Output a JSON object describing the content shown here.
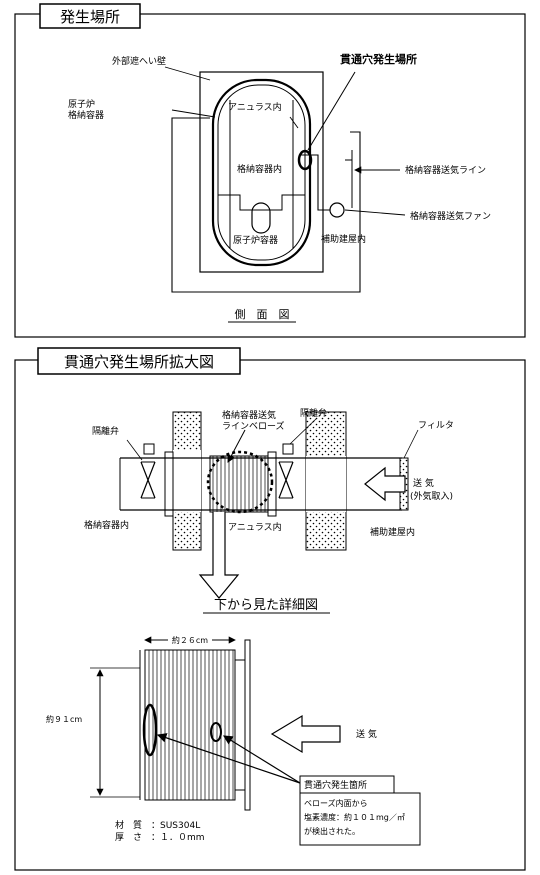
{
  "panel1": {
    "title": "発生場所",
    "labels": {
      "outer_wall": "外部遮へい壁",
      "containment_1": "原子炉",
      "containment_2": "格納容器",
      "annulus": "アニュラス内",
      "penetration_location": "貫通穴発生場所",
      "inside_containment": "格納容器内",
      "reactor_vessel": "原子炉容器",
      "supply_line": "格納容器送気ライン",
      "supply_fan": "格納容器送気ファン",
      "aux_building": "補助建屋内",
      "side_view": "側　面　図"
    }
  },
  "panel2": {
    "title": "貫通穴発生場所拡大図",
    "labels": {
      "iso_valve_left": "隔離弁",
      "bellows_1": "格納容器送気",
      "bellows_2": "ラインベローズ",
      "iso_valve_right": "隔離弁",
      "filter": "フィルタ",
      "supply_air": "送 気",
      "outside_air": "(外気取入)",
      "inside_containment": "格納容器内",
      "annulus": "アニュラス内",
      "aux_building": "補助建屋内",
      "bottom_view": "下から見た詳細図",
      "width_dim": "約２６cm",
      "height_dim": "約９１cm",
      "supply_air_2": "送 気",
      "callout_title": "貫通穴発生箇所",
      "callout_line1": "ベローズ内面から",
      "callout_line2": "塩素濃度：約１０１mg／㎡",
      "callout_line3": "が検出された。",
      "material": "材　質　：SUS304L",
      "thickness": "厚　さ　：１．０mm"
    }
  }
}
